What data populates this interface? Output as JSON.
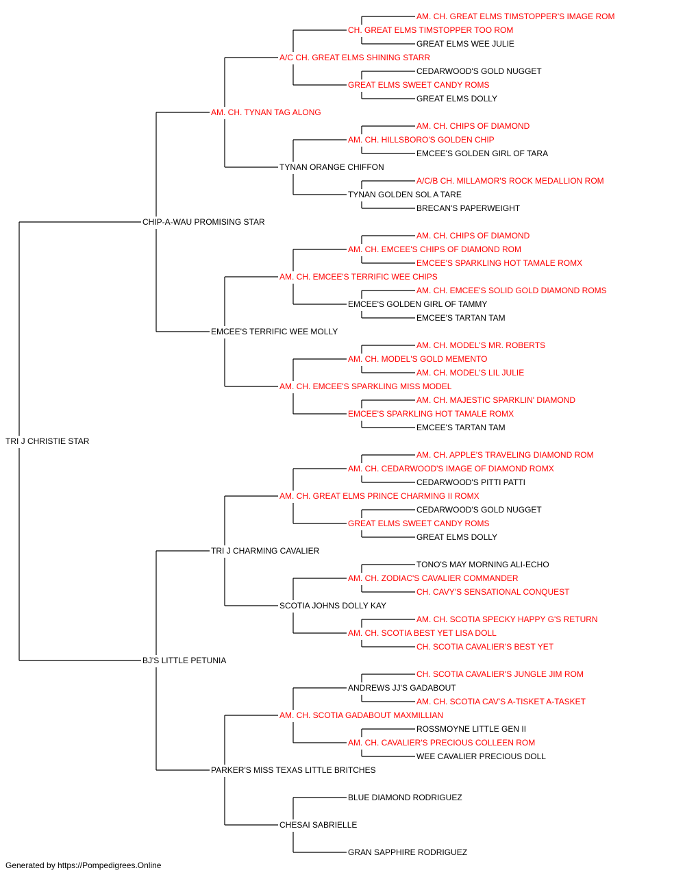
{
  "colors": {
    "champion": "#ff0000",
    "normal": "#000000",
    "line": "#000000"
  },
  "pedigree": {
    "subject": {
      "name": "TRI J CHRISTIE STAR",
      "champion": false
    },
    "sire": {
      "name": "CHIP-A-WAU PROMISING STAR",
      "champion": false,
      "sire": {
        "name": "AM. CH. TYNAN TAG ALONG",
        "champion": true,
        "sire": {
          "name": "A/C CH. GREAT ELMS SHINING STARR",
          "champion": true,
          "sire": {
            "name": "CH. GREAT ELMS TIMSTOPPER TOO ROM",
            "champion": true,
            "sire": {
              "name": "AM. CH. GREAT ELMS TIMSTOPPER'S IMAGE ROM",
              "champion": true
            },
            "dam": {
              "name": "GREAT ELMS WEE JULIE",
              "champion": false
            }
          },
          "dam": {
            "name": "GREAT ELMS SWEET CANDY ROMS",
            "champion": true,
            "sire": {
              "name": "CEDARWOOD'S GOLD NUGGET",
              "champion": false
            },
            "dam": {
              "name": "GREAT ELMS DOLLY",
              "champion": false
            }
          }
        },
        "dam": {
          "name": "TYNAN ORANGE CHIFFON",
          "champion": false,
          "sire": {
            "name": "AM. CH. HILLSBORO'S GOLDEN CHIP",
            "champion": true,
            "sire": {
              "name": "AM. CH. CHIPS OF DIAMOND",
              "champion": true
            },
            "dam": {
              "name": "EMCEE'S GOLDEN GIRL OF TARA",
              "champion": false
            }
          },
          "dam": {
            "name": "TYNAN GOLDEN SOL A TARE",
            "champion": false,
            "sire": {
              "name": "A/C/B CH. MILLAMOR'S ROCK MEDALLION ROM",
              "champion": true
            },
            "dam": {
              "name": "BRECAN'S PAPERWEIGHT",
              "champion": false
            }
          }
        }
      },
      "dam": {
        "name": "EMCEE'S TERRIFIC WEE MOLLY",
        "champion": false,
        "sire": {
          "name": "AM. CH. EMCEE'S TERRIFIC WEE CHIPS",
          "champion": true,
          "sire": {
            "name": "AM. CH. EMCEE'S CHIPS OF DIAMOND ROM",
            "champion": true,
            "sire": {
              "name": "AM. CH. CHIPS OF DIAMOND",
              "champion": true
            },
            "dam": {
              "name": "EMCEE'S SPARKLING HOT TAMALE ROMX",
              "champion": true
            }
          },
          "dam": {
            "name": "EMCEE'S GOLDEN GIRL OF TAMMY",
            "champion": false,
            "sire": {
              "name": "AM. CH. EMCEE'S SOLID GOLD DIAMOND ROMS",
              "champion": true
            },
            "dam": {
              "name": "EMCEE'S TARTAN TAM",
              "champion": false
            }
          }
        },
        "dam": {
          "name": "AM. CH. EMCEE'S SPARKLING MISS MODEL",
          "champion": true,
          "sire": {
            "name": "AM. CH. MODEL'S GOLD MEMENTO",
            "champion": true,
            "sire": {
              "name": "AM. CH. MODEL'S MR. ROBERTS",
              "champion": true
            },
            "dam": {
              "name": "AM. CH. MODEL'S LIL JULIE",
              "champion": true
            }
          },
          "dam": {
            "name": "EMCEE'S SPARKLING HOT TAMALE ROMX",
            "champion": true,
            "sire": {
              "name": "AM. CH. MAJESTIC SPARKLIN' DIAMOND",
              "champion": true
            },
            "dam": {
              "name": "EMCEE'S TARTAN TAM",
              "champion": false
            }
          }
        }
      }
    },
    "dam": {
      "name": "BJ'S LITTLE PETUNIA",
      "champion": false,
      "sire": {
        "name": "TRI J CHARMING CAVALIER",
        "champion": false,
        "sire": {
          "name": "AM. CH. GREAT ELMS PRINCE CHARMING II ROMX",
          "champion": true,
          "sire": {
            "name": "AM. CH. CEDARWOOD'S IMAGE OF DIAMOND ROMX",
            "champion": true,
            "sire": {
              "name": "AM. CH. APPLE'S TRAVELING DIAMOND ROM",
              "champion": true
            },
            "dam": {
              "name": "CEDARWOOD'S PITTI PATTI",
              "champion": false
            }
          },
          "dam": {
            "name": "GREAT ELMS SWEET CANDY ROMS",
            "champion": true,
            "sire": {
              "name": "CEDARWOOD'S GOLD NUGGET",
              "champion": false
            },
            "dam": {
              "name": "GREAT ELMS DOLLY",
              "champion": false
            }
          }
        },
        "dam": {
          "name": "SCOTIA JOHNS DOLLY KAY",
          "champion": false,
          "sire": {
            "name": "AM. CH. ZODIAC'S CAVALIER COMMANDER",
            "champion": true,
            "sire": {
              "name": "TONO'S MAY MORNING ALI-ECHO",
              "champion": false
            },
            "dam": {
              "name": "CH. CAVY'S SENSATIONAL CONQUEST",
              "champion": true
            }
          },
          "dam": {
            "name": "AM. CH. SCOTIA BEST YET LISA DOLL",
            "champion": true,
            "sire": {
              "name": "AM. CH. SCOTIA SPECKY HAPPY G'S RETURN",
              "champion": true
            },
            "dam": {
              "name": "CH. SCOTIA CAVALIER'S BEST YET",
              "champion": true
            }
          }
        }
      },
      "dam": {
        "name": "PARKER'S MISS TEXAS LITTLE BRITCHES",
        "champion": false,
        "sire": {
          "name": "AM. CH. SCOTIA GADABOUT MAXMILLIAN",
          "champion": true,
          "sire": {
            "name": "ANDREWS JJ'S GADABOUT",
            "champion": false,
            "sire": {
              "name": "CH. SCOTIA CAVALIER'S JUNGLE JIM ROM",
              "champion": true
            },
            "dam": {
              "name": "AM. CH. SCOTIA CAV'S A-TISKET A-TASKET",
              "champion": true
            }
          },
          "dam": {
            "name": "AM. CH. CAVALIER'S PRECIOUS COLLEEN ROM",
            "champion": true,
            "sire": {
              "name": "ROSSMOYNE LITTLE GEN II",
              "champion": false
            },
            "dam": {
              "name": "WEE CAVALIER PRECIOUS DOLL",
              "champion": false
            }
          }
        },
        "dam": {
          "name": "CHESAI SABRIELLE",
          "champion": false,
          "sire": {
            "name": "BLUE DIAMOND RODRIGUEZ",
            "champion": false
          },
          "dam": {
            "name": "GRAN SAPPHIRE RODRIGUEZ",
            "champion": false
          }
        }
      }
    }
  },
  "footer": "Generated by https://Pompedigrees.Online"
}
